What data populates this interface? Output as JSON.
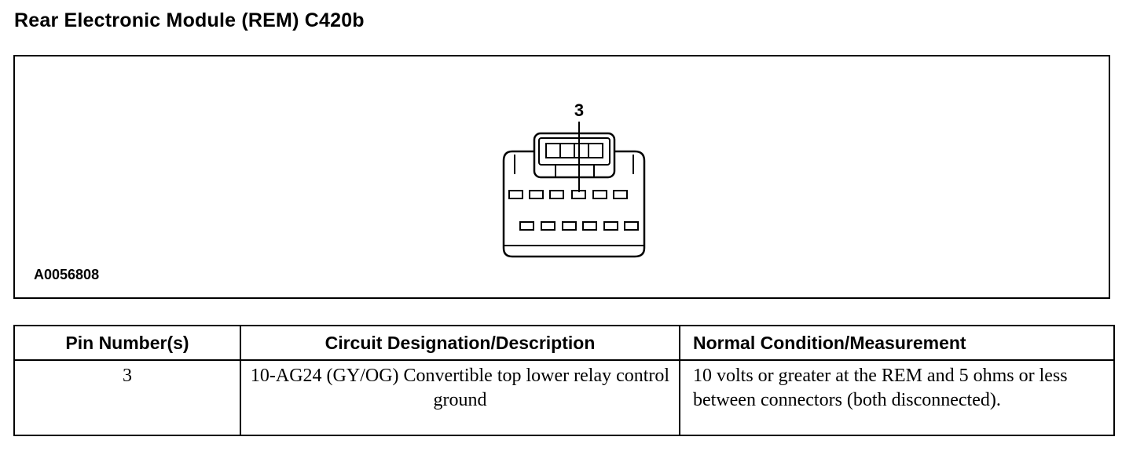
{
  "title": "Rear Electronic Module (REM) C420b",
  "figure": {
    "id": "A0056808",
    "callout_pin": "3",
    "connector": {
      "upper_row_pins": 6,
      "lower_row_pins": 6,
      "highlighted_pin": 3
    }
  },
  "table": {
    "headers": {
      "pin": "Pin Number(s)",
      "circuit": "Circuit Designation/Description",
      "condition": "Normal Condition/Measurement"
    },
    "rows": [
      {
        "pin": "3",
        "circuit": "10-AG24 (GY/OG) Convertible top lower relay control ground",
        "condition": "10 volts or greater at the REM and 5 ohms or less between connectors (both disconnected)."
      }
    ]
  }
}
